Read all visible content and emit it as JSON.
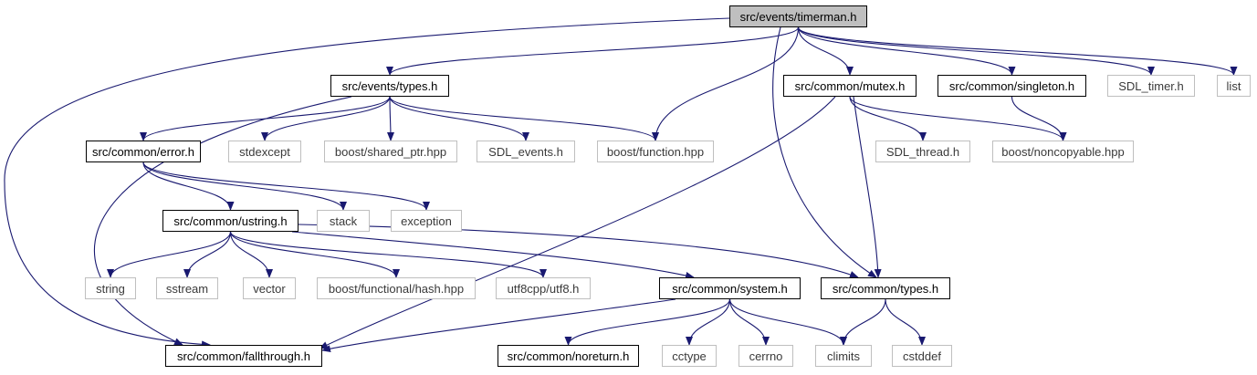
{
  "colors": {
    "edge": "#191970",
    "doc_border": "#000000",
    "ext_border": "#bfbfbf",
    "root_fill": "#bfbfbf"
  },
  "nodes": {
    "root": "src/events/timerman.h",
    "events_types": "src/events/types.h",
    "mutex": "src/common/mutex.h",
    "singleton": "src/common/singleton.h",
    "sdl_timer": "SDL_timer.h",
    "list": "list",
    "error": "src/common/error.h",
    "stdexcept": "stdexcept",
    "shared_ptr": "boost/shared_ptr.hpp",
    "sdl_events": "SDL_events.h",
    "function": "boost/function.hpp",
    "sdl_thread": "SDL_thread.h",
    "noncopyable": "boost/noncopyable.hpp",
    "ustring": "src/common/ustring.h",
    "stack": "stack",
    "exception": "exception",
    "string": "string",
    "sstream": "sstream",
    "vector": "vector",
    "hash": "boost/functional/hash.hpp",
    "utf8": "utf8cpp/utf8.h",
    "system": "src/common/system.h",
    "common_types": "src/common/types.h",
    "fallthrough": "src/common/fallthrough.h",
    "noreturn": "src/common/noreturn.h",
    "cctype": "cctype",
    "cerrno": "cerrno",
    "climits": "climits",
    "cstddef": "cstddef"
  },
  "edges": [
    [
      "root",
      "events_types"
    ],
    [
      "root",
      "function"
    ],
    [
      "root",
      "mutex"
    ],
    [
      "root",
      "singleton"
    ],
    [
      "root",
      "sdl_timer"
    ],
    [
      "root",
      "list"
    ],
    [
      "root",
      "common_types"
    ],
    [
      "root",
      "fallthrough"
    ],
    [
      "events_types",
      "error"
    ],
    [
      "events_types",
      "stdexcept"
    ],
    [
      "events_types",
      "shared_ptr"
    ],
    [
      "events_types",
      "sdl_events"
    ],
    [
      "events_types",
      "function"
    ],
    [
      "events_types",
      "fallthrough"
    ],
    [
      "mutex",
      "sdl_thread"
    ],
    [
      "mutex",
      "noncopyable"
    ],
    [
      "mutex",
      "common_types"
    ],
    [
      "mutex",
      "fallthrough"
    ],
    [
      "singleton",
      "noncopyable"
    ],
    [
      "error",
      "ustring"
    ],
    [
      "error",
      "stack"
    ],
    [
      "error",
      "exception"
    ],
    [
      "ustring",
      "string"
    ],
    [
      "ustring",
      "sstream"
    ],
    [
      "ustring",
      "vector"
    ],
    [
      "ustring",
      "hash"
    ],
    [
      "ustring",
      "utf8"
    ],
    [
      "ustring",
      "system"
    ],
    [
      "ustring",
      "common_types"
    ],
    [
      "system",
      "fallthrough"
    ],
    [
      "system",
      "noreturn"
    ],
    [
      "system",
      "cctype"
    ],
    [
      "system",
      "cerrno"
    ],
    [
      "system",
      "climits"
    ],
    [
      "common_types",
      "climits"
    ],
    [
      "common_types",
      "cstddef"
    ]
  ]
}
